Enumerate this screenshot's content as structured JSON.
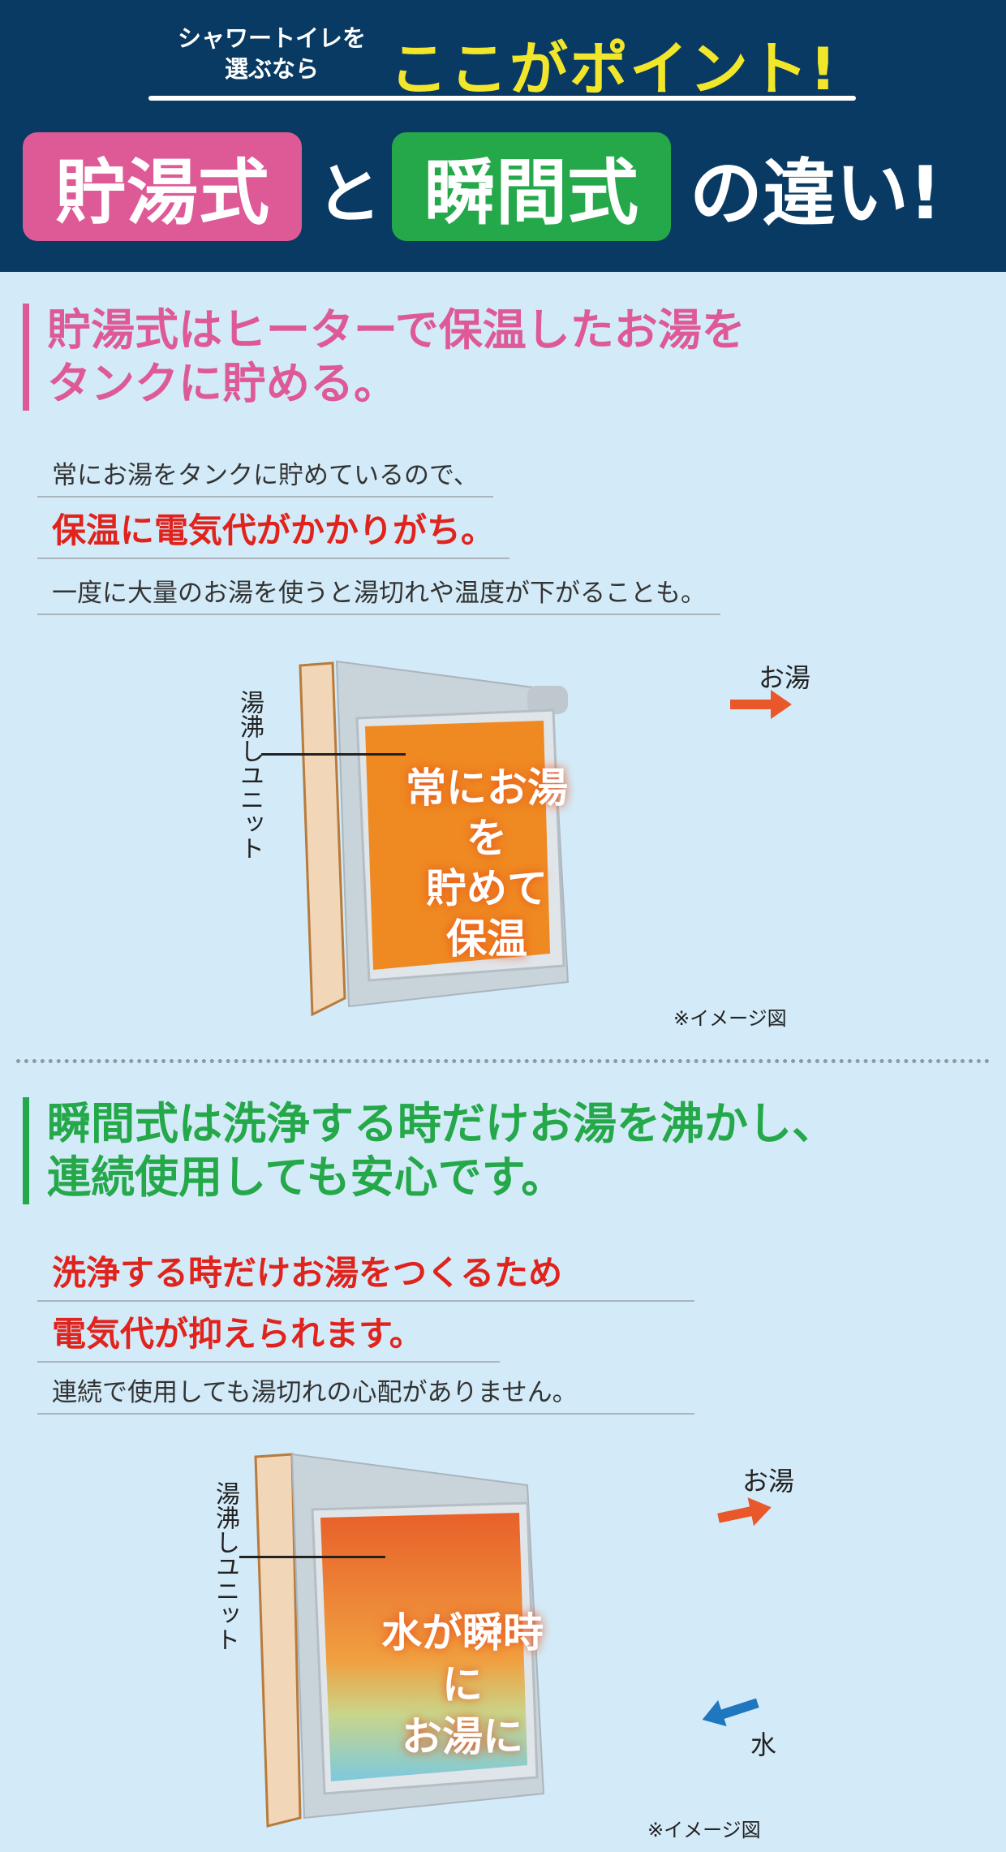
{
  "header": {
    "pre_line1": "シャワートイレを",
    "pre_line2": "選ぶなら",
    "point": "ここがポイント!",
    "storage": "貯湯式",
    "and": "と",
    "instant": "瞬間式",
    "difference": "の違い!"
  },
  "section1": {
    "heading_line1": "貯湯式はヒーターで保温したお湯を",
    "heading_line2": "タンクに貯める。",
    "line1": "常にお湯をタンクに貯めているので、",
    "line2": "保温に電気代がかかりがち。",
    "line3": "一度に大量のお湯を使うと湯切れや温度が下がることも。",
    "diagram": {
      "unit_label": "湯沸しユニット",
      "hot_water_label": "お湯",
      "center_line1": "常にお湯を",
      "center_line2": "貯めて",
      "center_line3": "保温",
      "note": "※イメージ図"
    }
  },
  "section2": {
    "heading_line1": "瞬間式は洗浄する時だけお湯を沸かし、",
    "heading_line2": "連続使用しても安心です。",
    "line1": "洗浄する時だけお湯をつくるため",
    "line2": "電気代が抑えられます。",
    "line3": "連続で使用しても湯切れの心配がありません。",
    "diagram": {
      "unit_label": "湯沸しユニット",
      "hot_water_label": "お湯",
      "water_label": "水",
      "center_line1": "水が瞬時に",
      "center_line2": "お湯に",
      "note": "※イメージ図"
    }
  },
  "colors": {
    "navy": "#083a63",
    "pink": "#de5a97",
    "green": "#25a84a",
    "yellow": "#f2e62a",
    "red": "#e0231d",
    "background": "#d3ebf8",
    "arrow_orange": "#e8582a",
    "arrow_blue": "#1f77c0"
  }
}
